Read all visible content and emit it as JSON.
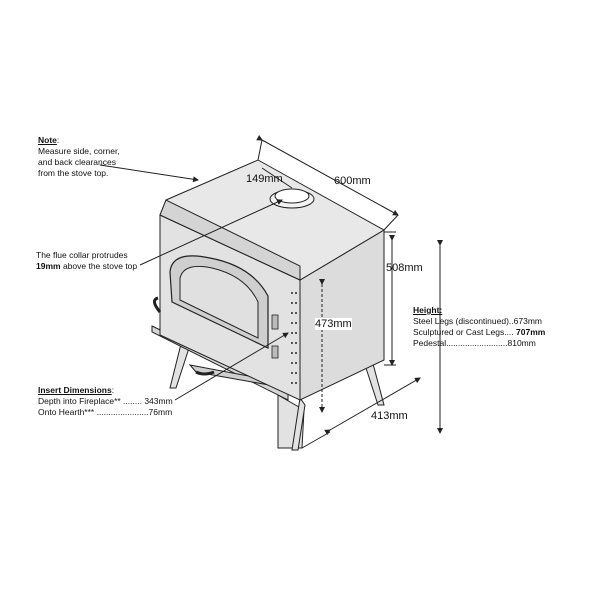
{
  "note": {
    "title": "Note",
    "lines": [
      "Measure side, corner,",
      "and back clearances",
      "from the stove top."
    ]
  },
  "flue_note": {
    "line1": "The flue collar protrudes",
    "line2_value": "19mm",
    "line2_rest": " above the stove top"
  },
  "insert": {
    "title": "Insert Dimensions",
    "rows": [
      {
        "label": "Depth into Fireplace** ........",
        "value": "343mm"
      },
      {
        "label": "Onto Hearth*** ......................",
        "value": "76mm"
      }
    ]
  },
  "height": {
    "title": "Height:",
    "rows": [
      {
        "label": "Steel Legs (discontinued)..",
        "value": "673mm"
      },
      {
        "label": "Sculptured or Cast Legs....",
        "value": "707mm"
      },
      {
        "label": "Pedestal..........................",
        "value": "810mm"
      }
    ]
  },
  "dimensions": {
    "flue_offset": "149mm",
    "width": "600mm",
    "body_height": "508mm",
    "door_height": "473mm",
    "depth": "413mm"
  },
  "colors": {
    "stove_fill": "#e2e2e2",
    "stove_dark": "#c9c9c9",
    "line": "#222222"
  }
}
